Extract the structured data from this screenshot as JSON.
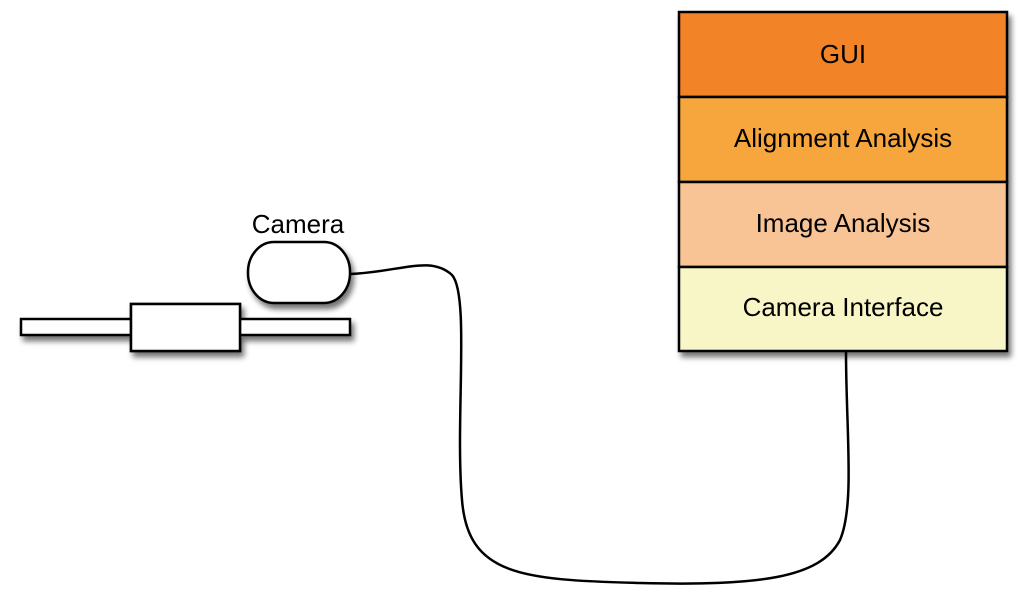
{
  "camera": {
    "label": "Camera"
  },
  "stack": {
    "layers": [
      {
        "label": "GUI",
        "color": "#F28327"
      },
      {
        "label": "Alignment Analysis",
        "color": "#F6A63C"
      },
      {
        "label": "Image Analysis",
        "color": "#F9C495"
      },
      {
        "label": "Camera Interface",
        "color": "#F8F6C6"
      }
    ]
  },
  "colors": {
    "stroke": "#000000",
    "background": "#ffffff"
  }
}
